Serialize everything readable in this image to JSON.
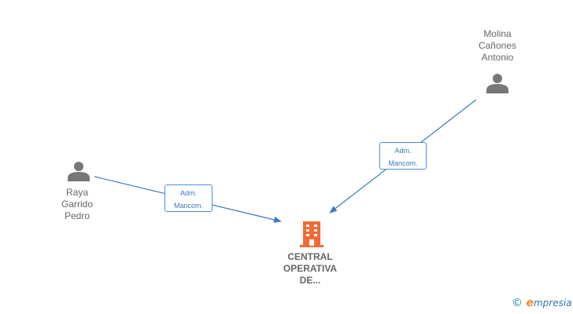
{
  "persons": [
    {
      "name_lines": [
        "Molina",
        "Cañones",
        "Antonio"
      ]
    },
    {
      "name_lines": [
        "Raya",
        "Garrido",
        "Pedro"
      ]
    }
  ],
  "company": {
    "name_lines": [
      "CENTRAL",
      "OPERATIVA",
      "DE..."
    ]
  },
  "relations": [
    {
      "line1": "Adm.",
      "line2": "Mancom."
    },
    {
      "line1": "Adm.",
      "line2": "Mancom."
    }
  ],
  "watermark": {
    "symbol": "©",
    "brand_first": "e",
    "brand_rest": "mpresia"
  },
  "colors": {
    "edge": "#3a78c2",
    "person_icon": "#777777",
    "company_icon": "#f26b36",
    "label_text": "#666666"
  }
}
